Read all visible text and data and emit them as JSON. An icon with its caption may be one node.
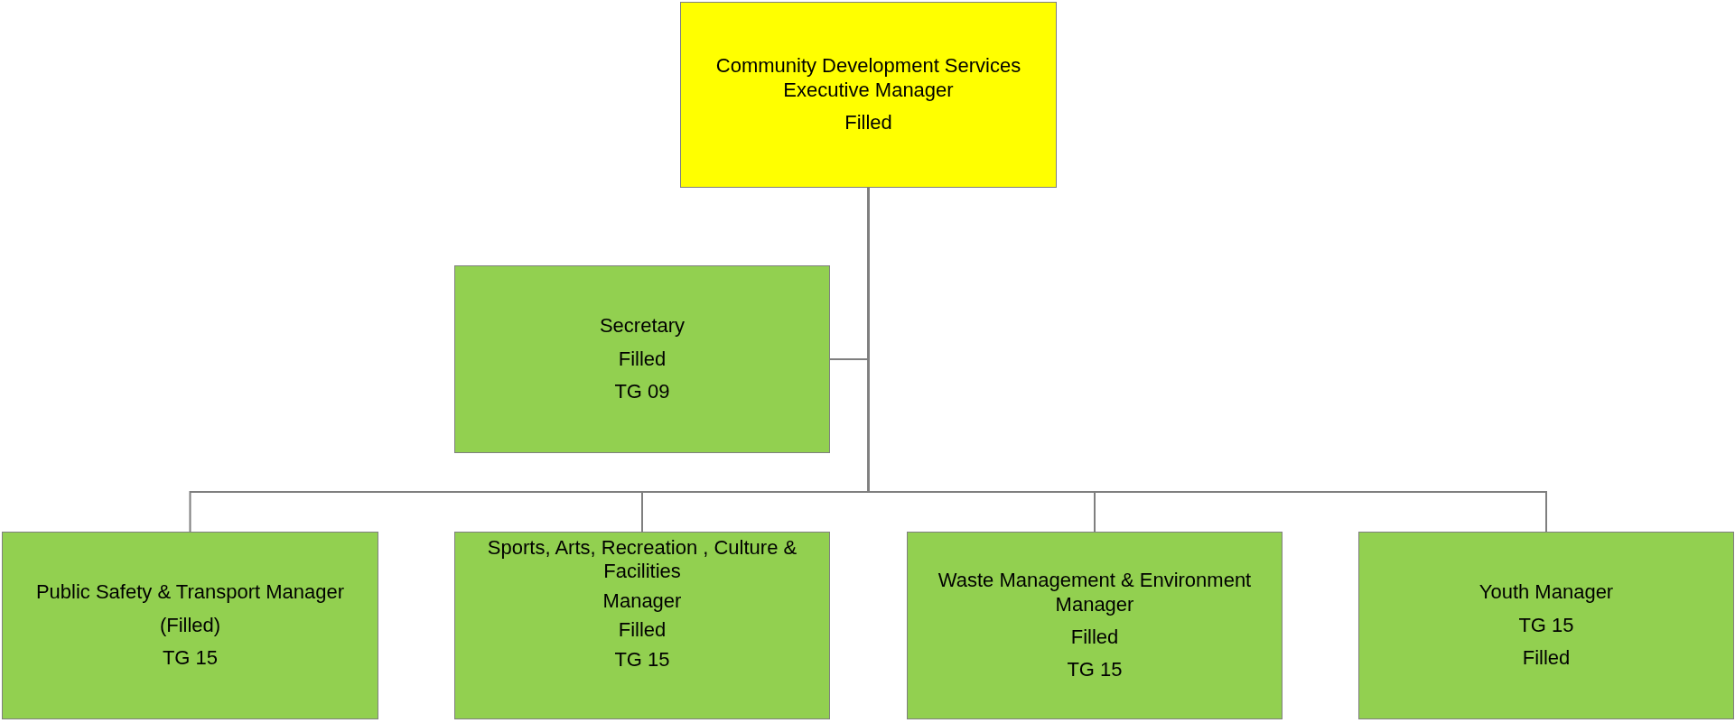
{
  "diagram": {
    "nodes": [
      {
        "text": [
          "Community Development Services Executive Manager",
          "Filled"
        ]
      },
      {
        "text": [
          "Secretary",
          "Filled",
          "TG 09"
        ]
      },
      {
        "text": [
          "Public Safety & Transport Manager",
          "(Filled)",
          "TG 15"
        ]
      },
      {
        "text": [
          "Sports, Arts, Recreation , Culture & Facilities",
          "Manager",
          "Filled",
          "TG 15"
        ]
      },
      {
        "text": [
          "Waste Management & Environment Manager",
          "Filled",
          "TG 15"
        ]
      },
      {
        "text": [
          "Youth Manager",
          "TG 15",
          "Filled"
        ]
      }
    ],
    "edges": [
      {
        "from": 0,
        "to": 1,
        "arrow": "none"
      },
      {
        "from": 0,
        "to": 2,
        "arrow": "none"
      },
      {
        "from": 0,
        "to": 3,
        "arrow": "none"
      },
      {
        "from": 0,
        "to": 4,
        "arrow": "none"
      },
      {
        "from": 0,
        "to": 5,
        "arrow": "none"
      }
    ]
  }
}
